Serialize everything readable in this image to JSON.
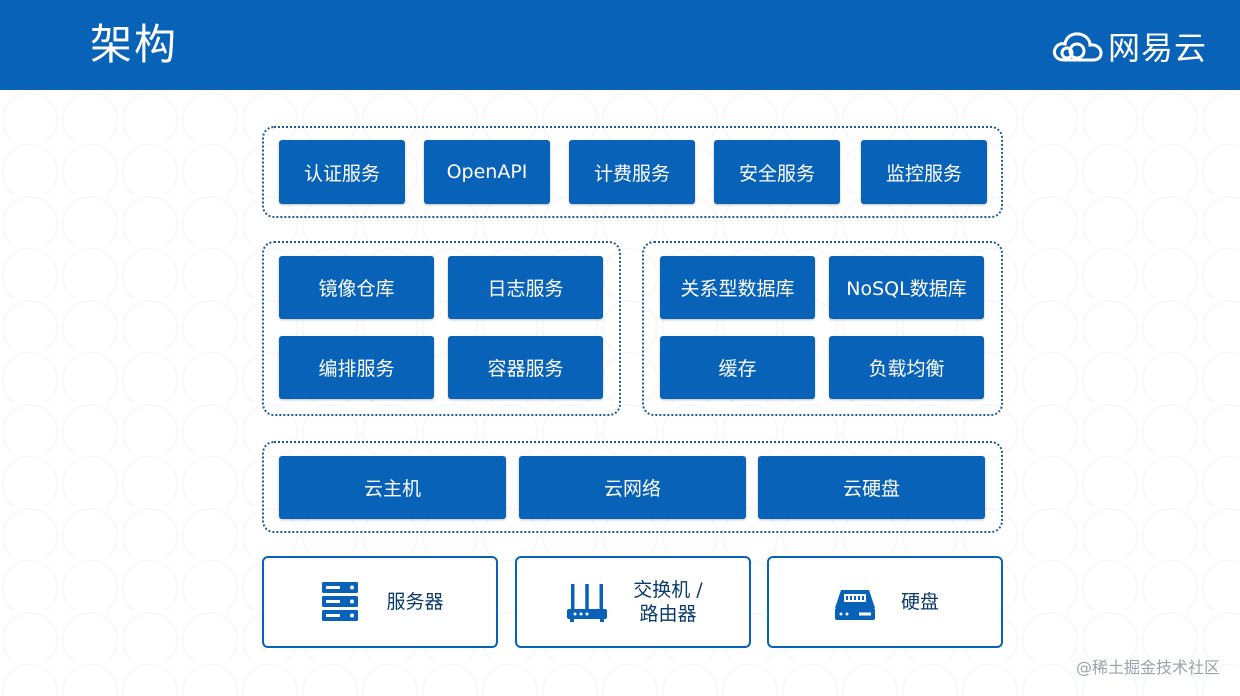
{
  "header": {
    "title": "架构",
    "logo_text": "网易云"
  },
  "top_services": [
    "认证服务",
    "OpenAPI",
    "计费服务",
    "安全服务",
    "监控服务"
  ],
  "middle_left": [
    "镜像仓库",
    "日志服务",
    "编排服务",
    "容器服务"
  ],
  "middle_right": [
    "关系型数据库",
    "NoSQL数据库",
    "缓存",
    "负载均衡"
  ],
  "iaas": [
    "云主机",
    "云网络",
    "云硬盘"
  ],
  "hardware": {
    "server": "服务器",
    "switch_line1": "交换机 /",
    "switch_line2": "路由器",
    "disk": "硬盘"
  },
  "watermark": "@稀土掘金技术社区",
  "colors": {
    "primary": "#0862b8",
    "border": "#1a5d94",
    "hw_text": "#0a3a6a"
  }
}
